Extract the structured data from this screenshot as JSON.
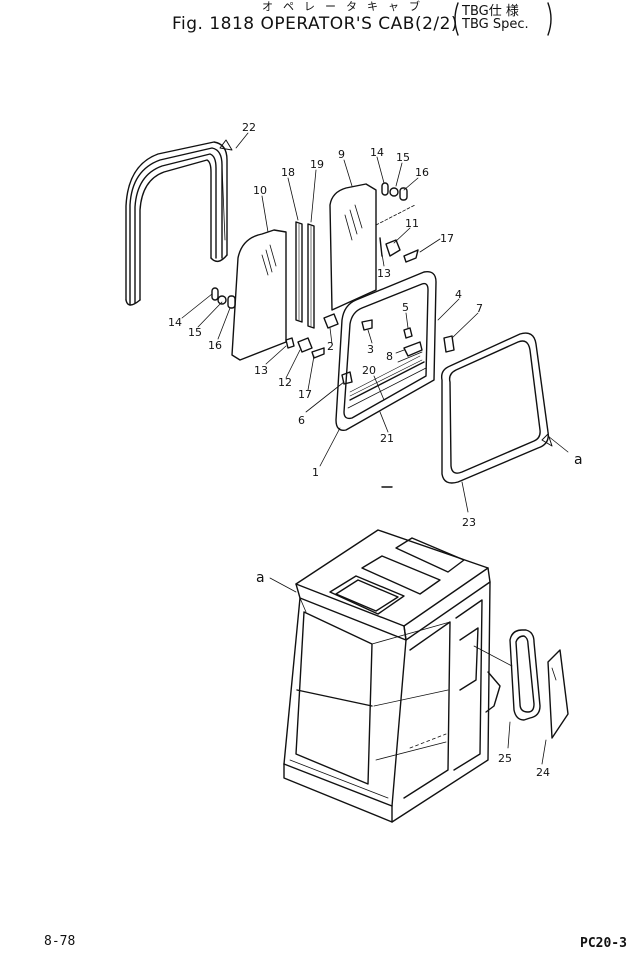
{
  "header": {
    "figure_title": "Fig. 1818 OPERATOR'S CAB(2/2)",
    "kana_title": "オペレータキャブ",
    "spec_jp": "TBG仕 様",
    "spec_en": "TBG Spec."
  },
  "footer": {
    "page": "8-78",
    "model": "PC20-3"
  },
  "callouts": {
    "n22": "22",
    "n9": "9",
    "n18": "18",
    "n19": "19",
    "n10": "10",
    "n14a": "14",
    "n15a": "15",
    "n16a": "16",
    "n11": "11",
    "n17a": "17",
    "n13a": "13",
    "n5": "5",
    "n4": "4",
    "n7": "7",
    "n3": "3",
    "n2": "2",
    "n8": "8",
    "n14b": "14",
    "n15b": "15",
    "n16b": "16",
    "n13b": "13",
    "n12": "12",
    "n17b": "17",
    "n20": "20",
    "n6": "6",
    "n21": "21",
    "n1": "1",
    "n23": "23",
    "a1": "a",
    "a2": "a",
    "n25": "25",
    "n24": "24"
  }
}
